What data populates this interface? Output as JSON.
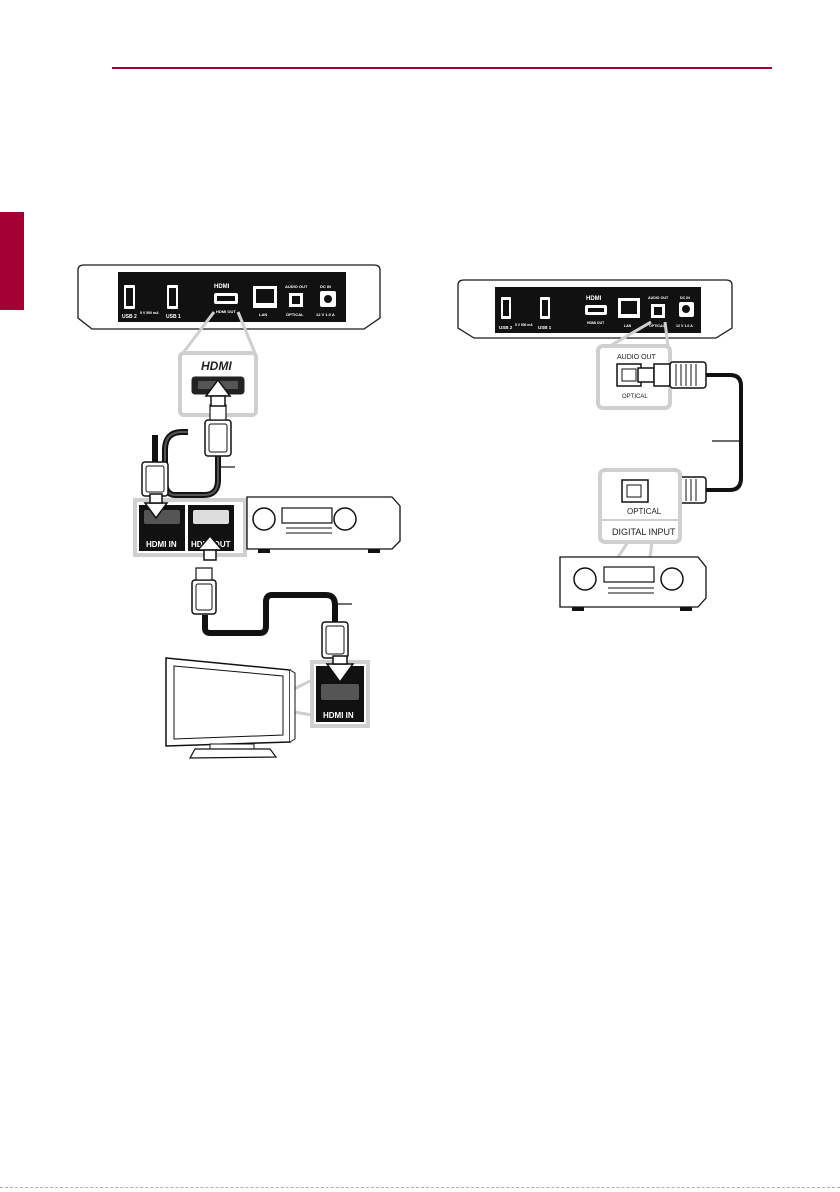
{
  "colors": {
    "accent": "#a50034",
    "line": "#1a1a1a",
    "panel_border": "#cfcfcf"
  },
  "player_panel_labels": {
    "usb2": "USB 2",
    "usb1": "USB 1",
    "usb_rating": "5 V 500 mA",
    "hdmi_logo": "HDMI",
    "hdmi_out": "HDMI OUT",
    "lan": "LAN",
    "audio_out": "AUDIO OUT",
    "optical": "OPTICAL",
    "dc_in": "DC IN",
    "dc_rating": "12 V 1.0 A"
  },
  "left_diagram": {
    "callout_logo": "HDMI",
    "receiver_hdmi_in": "HDMI IN",
    "receiver_hdmi_out": "HDMI OUT",
    "tv_hdmi_in": "HDMI IN"
  },
  "right_diagram": {
    "audio_out_label": "AUDIO OUT",
    "optical_label": "OPTICAL",
    "receiver_optical": "OPTICAL",
    "digital_input": "DIGITAL INPUT"
  },
  "icons": [
    "hdmi-port-icon",
    "usb-port-icon",
    "lan-port-icon",
    "optical-port-icon",
    "dc-jack-icon",
    "connect-arrow-icon"
  ]
}
